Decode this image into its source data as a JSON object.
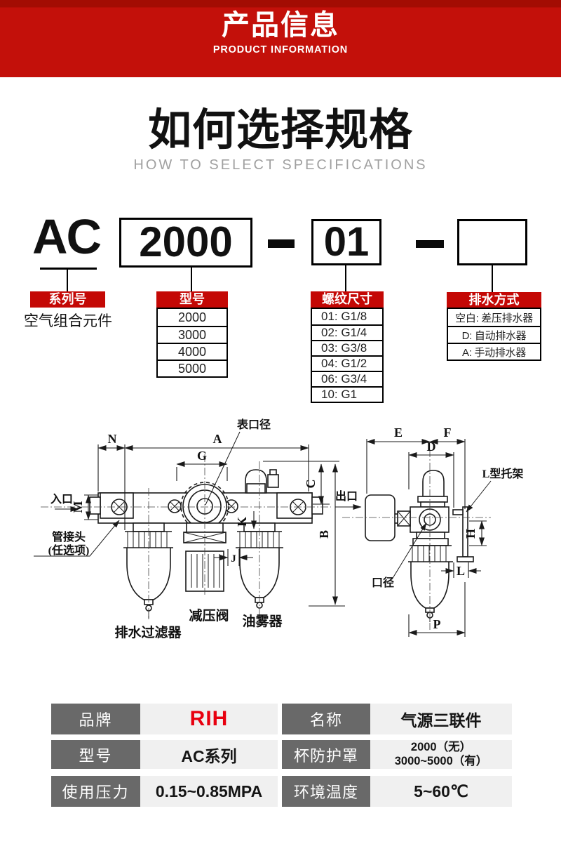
{
  "banner": {
    "title": "产品信息",
    "subtitle": "PRODUCT INFORMATION"
  },
  "heading": {
    "title": "如何选择规格",
    "subtitle": "HOW TO SELECT SPECIFICATIONS"
  },
  "selector": {
    "prefix": "AC",
    "boxes": [
      "2000",
      "01",
      ""
    ],
    "columns": [
      {
        "header": "系列号",
        "note": "空气组合元件"
      },
      {
        "header": "型号",
        "rows": [
          "2000",
          "3000",
          "4000",
          "5000"
        ]
      },
      {
        "header": "螺纹尺寸",
        "rows": [
          "01: G1/8",
          "02: G1/4",
          "03: G3/8",
          "04: G1/2",
          "06: G3/4",
          "10: G1"
        ]
      },
      {
        "header": "排水方式",
        "rows": [
          "空白: 差压排水器",
          "D: 自动排水器",
          "A: 手动排水器"
        ]
      }
    ]
  },
  "drawing": {
    "front": {
      "dim_n": "N",
      "dim_a": "A",
      "dim_g": "G",
      "dim_m": "M",
      "dim_c": "C",
      "dim_b": "B",
      "dim_k": "K",
      "dim_j": "J",
      "gauge_port": "表口径",
      "inlet": "入口",
      "fitting_line1": "管接头",
      "fitting_line2": "(任选项)",
      "regulator": "减压阀",
      "lubricator": "油雾器",
      "drain_filter": "排水过滤器"
    },
    "side": {
      "dim_e": "E",
      "dim_f": "F",
      "dim_d": "D",
      "dim_h": "H",
      "dim_l": "L",
      "dim_p": "P",
      "outlet": "出口",
      "bracket": "L型托架",
      "bore": "口径"
    }
  },
  "spec_table": {
    "rows": [
      {
        "c1_label": "品牌",
        "c1_value": "RIH",
        "c2_label": "名称",
        "c2_value": "气源三联件"
      },
      {
        "c1_label": "型号",
        "c1_value": "AC系列",
        "c2_label": "杯防护罩",
        "c2_value_line1": "2000（无）",
        "c2_value_line2": "3000~5000（有）"
      },
      {
        "c1_label": "使用压力",
        "c1_value": "0.15~0.85MPA",
        "c2_label": "环境温度",
        "c2_value": "5~60℃"
      }
    ]
  },
  "colors": {
    "banner_red": "#c3100a",
    "header_red": "#c40805",
    "logo_red": "#e8000f",
    "spec_label_gray": "#696969",
    "spec_value_gray": "#f0f0f0"
  }
}
